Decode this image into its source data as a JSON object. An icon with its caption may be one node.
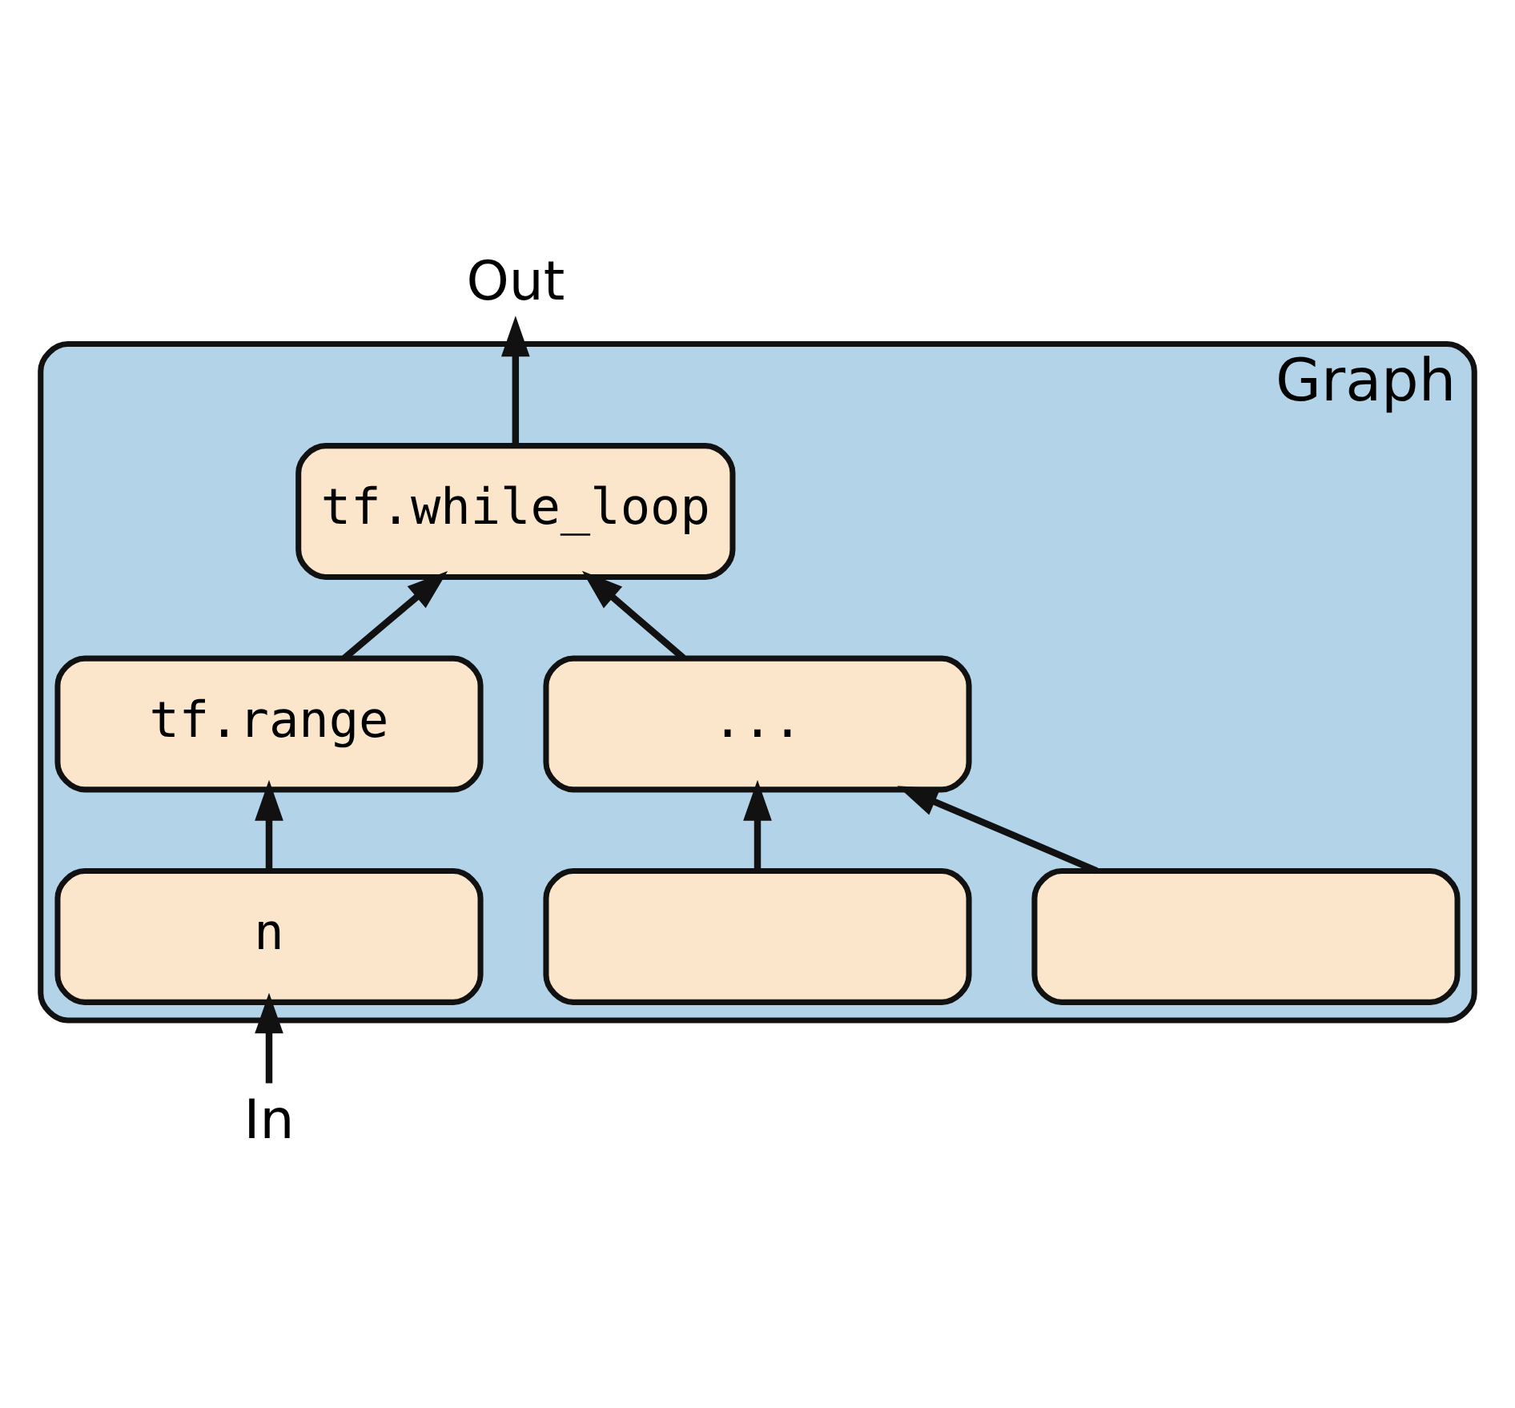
{
  "diagram": {
    "nodes": [
      {
        "text": [
          "Graph"
        ]
      },
      {
        "text": [
          "tf.while_loop"
        ],
        "in": 0
      },
      {
        "text": [
          "tf.range"
        ],
        "in": 0
      },
      {
        "text": [
          "..."
        ],
        "in": 0
      },
      {
        "text": [
          "n"
        ],
        "in": 0
      },
      {
        "text": [],
        "shape": "box",
        "in": 0
      },
      {
        "text": [],
        "shape": "box",
        "in": 0
      },
      {
        "text": [
          "Out"
        ]
      },
      {
        "text": [
          "In"
        ]
      }
    ],
    "edges": [
      {
        "from": 1,
        "to": 7,
        "arrow": "to"
      },
      {
        "from": 2,
        "to": 1,
        "arrow": "to"
      },
      {
        "from": 3,
        "to": 1,
        "arrow": "to"
      },
      {
        "from": 4,
        "to": 2,
        "arrow": "to"
      },
      {
        "from": 5,
        "to": 3,
        "arrow": "to"
      },
      {
        "from": 6,
        "to": 3,
        "arrow": "to"
      },
      {
        "from": 8,
        "to": 4,
        "arrow": "to"
      }
    ]
  }
}
